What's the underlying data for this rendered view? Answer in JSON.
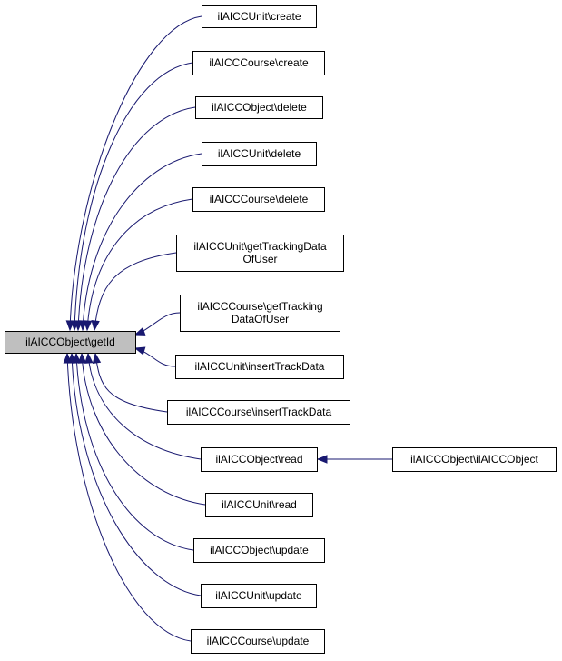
{
  "diagram": {
    "root": {
      "id": "root",
      "lines": [
        "ilAICCObject\\getId"
      ]
    },
    "nodes": [
      {
        "id": "unit-create",
        "lines": [
          "ilAICCUnit\\create"
        ]
      },
      {
        "id": "course-create",
        "lines": [
          "ilAICCCourse\\create"
        ]
      },
      {
        "id": "object-delete",
        "lines": [
          "ilAICCObject\\delete"
        ]
      },
      {
        "id": "unit-delete",
        "lines": [
          "ilAICCUnit\\delete"
        ]
      },
      {
        "id": "course-delete",
        "lines": [
          "ilAICCCourse\\delete"
        ]
      },
      {
        "id": "unit-gettrackingdata",
        "lines": [
          "ilAICCUnit\\getTrackingData",
          "OfUser"
        ]
      },
      {
        "id": "course-gettrackingdata",
        "lines": [
          "ilAICCCourse\\getTracking",
          "DataOfUser"
        ]
      },
      {
        "id": "unit-inserttrackdata",
        "lines": [
          "ilAICCUnit\\insertTrackData"
        ]
      },
      {
        "id": "course-inserttrackdata",
        "lines": [
          "ilAICCCourse\\insertTrackData"
        ]
      },
      {
        "id": "object-read",
        "lines": [
          "ilAICCObject\\read"
        ]
      },
      {
        "id": "object-constructor",
        "lines": [
          "ilAICCObject\\ilAICCObject"
        ]
      },
      {
        "id": "unit-read",
        "lines": [
          "ilAICCUnit\\read"
        ]
      },
      {
        "id": "object-update",
        "lines": [
          "ilAICCObject\\update"
        ]
      },
      {
        "id": "unit-update",
        "lines": [
          "ilAICCUnit\\update"
        ]
      },
      {
        "id": "course-update",
        "lines": [
          "ilAICCCourse\\update"
        ]
      }
    ],
    "edges": [
      {
        "from": "unit-create",
        "to": "root"
      },
      {
        "from": "course-create",
        "to": "root"
      },
      {
        "from": "object-delete",
        "to": "root"
      },
      {
        "from": "unit-delete",
        "to": "root"
      },
      {
        "from": "course-delete",
        "to": "root"
      },
      {
        "from": "unit-gettrackingdata",
        "to": "root"
      },
      {
        "from": "course-gettrackingdata",
        "to": "root"
      },
      {
        "from": "unit-inserttrackdata",
        "to": "root"
      },
      {
        "from": "course-inserttrackdata",
        "to": "root"
      },
      {
        "from": "object-read",
        "to": "root"
      },
      {
        "from": "unit-read",
        "to": "root"
      },
      {
        "from": "object-update",
        "to": "root"
      },
      {
        "from": "unit-update",
        "to": "root"
      },
      {
        "from": "course-update",
        "to": "root"
      },
      {
        "from": "object-constructor",
        "to": "object-read"
      }
    ],
    "colors": {
      "edge": "#191970",
      "root_fill": "#bfbfbf",
      "node_fill": "#ffffff",
      "border": "#000000"
    }
  }
}
